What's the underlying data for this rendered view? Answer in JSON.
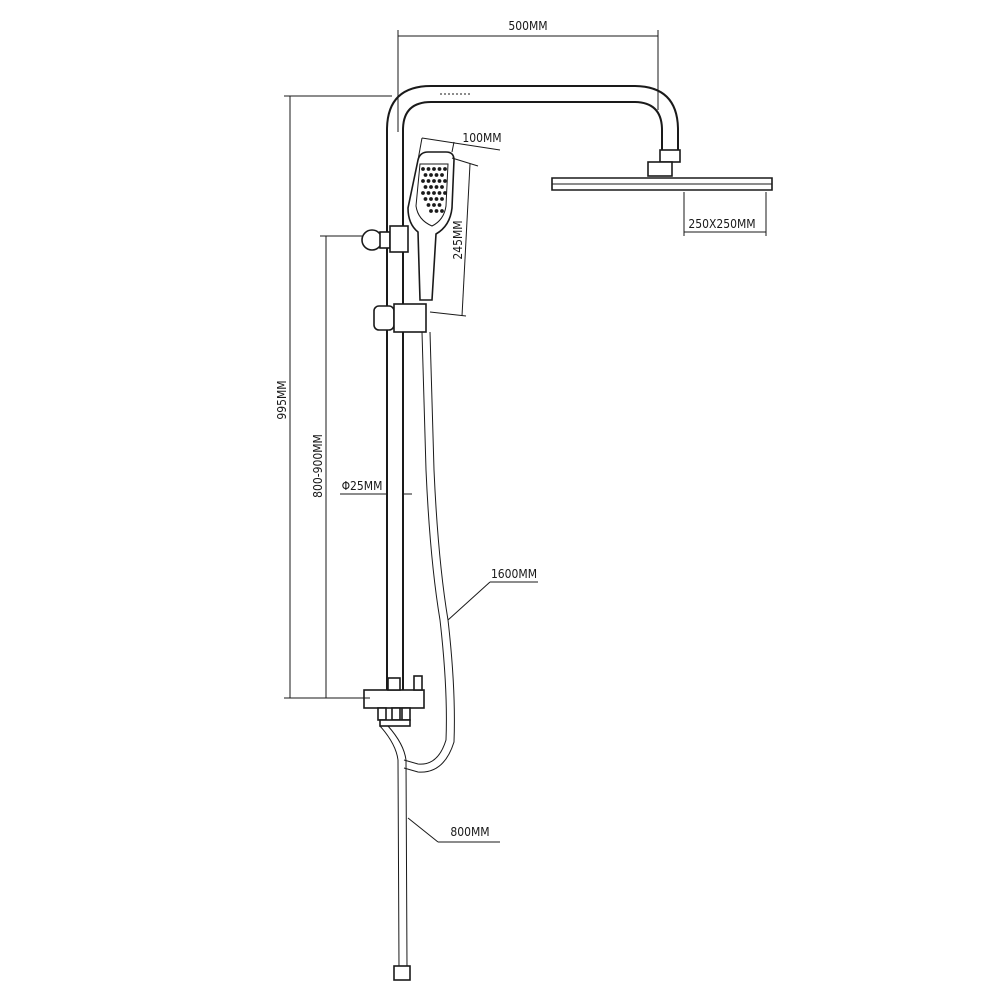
{
  "dimensions": {
    "width": "500MM",
    "handset_width": "100MM",
    "handset_length": "245MM",
    "head_size": "250X250MM",
    "total_height": "995MM",
    "adjustable_height": "800-900MM",
    "bar_diameter": "Φ25MM",
    "hose_length": "1600MM",
    "inlet_hose_length": "800MM"
  },
  "colors": {
    "line": "#1a1a1a",
    "background": "#ffffff"
  }
}
